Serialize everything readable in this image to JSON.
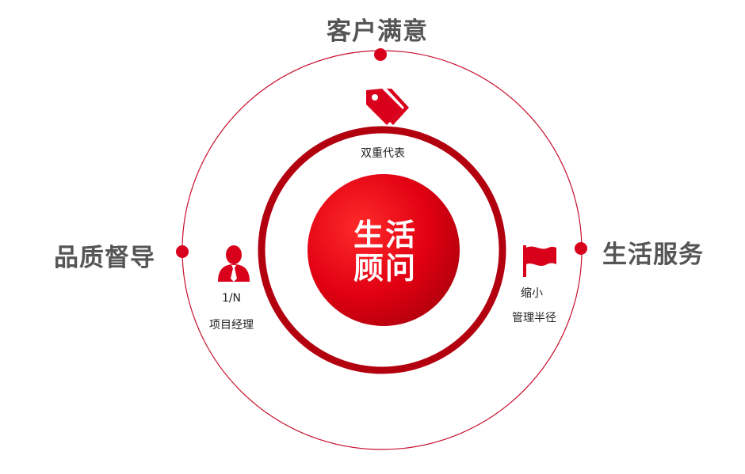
{
  "outer_labels": {
    "top": "客户满意",
    "left": "品质督导",
    "right": "生活服务"
  },
  "center": {
    "line1": "生活",
    "line2": "顾问"
  },
  "items": {
    "top": {
      "label": "双重代表",
      "icon": "price-tag-icon"
    },
    "left": {
      "line1": "1/N",
      "line2": "项目经理",
      "icon": "person-icon"
    },
    "right": {
      "line1": "缩小",
      "line2": "管理半径",
      "icon": "flag-icon"
    }
  },
  "colors": {
    "primary_red": "#d9001b",
    "dark_red": "#b3000f",
    "outer_ring": "#c8102e",
    "label_gray": "#555555"
  }
}
